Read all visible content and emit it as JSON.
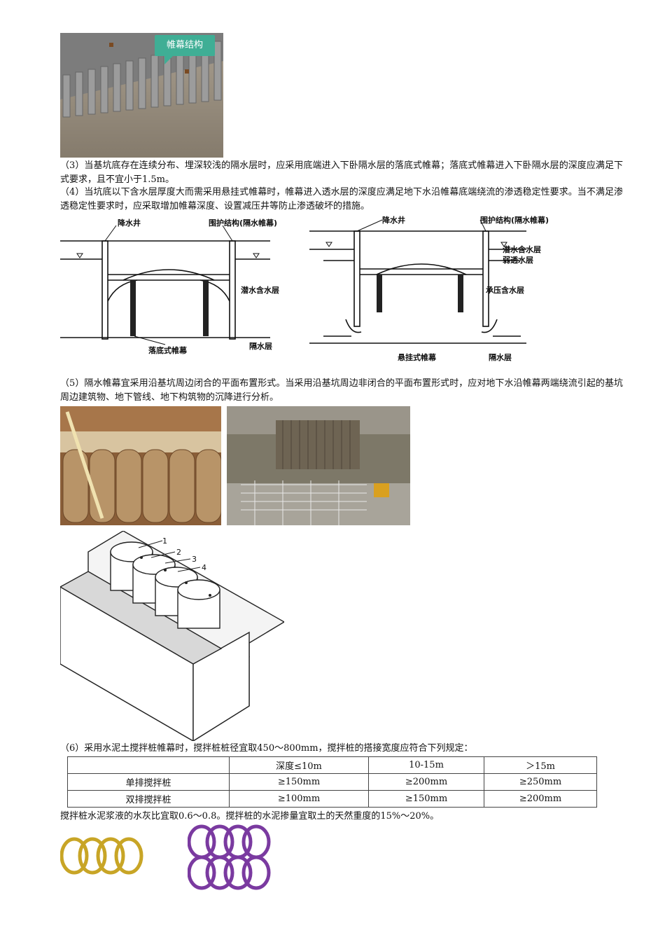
{
  "photo1": {
    "callout": "帷幕结构"
  },
  "paragraphs": {
    "p3": "（3）当基坑底存在连续分布、埋深较浅的隔水层时，应采用底端进入下卧隔水层的落底式帷幕；落底式帷幕进入下卧隔水层的深度应满足下式要求，且不宜小于1.5m。",
    "p4": "（4）当坑底以下含水层厚度大而需采用悬挂式帷幕时，帷幕进入透水层的深度应满足地下水沿帷幕底端绕流的渗透稳定性要求。当不满足渗透稳定性要求时，应采取增加帷幕深度、设置减压井等防止渗透破坏的措施。",
    "p5": "（5）隔水帷幕宜采用沿基坑周边闭合的平面布置形式。当采用沿基坑周边非闭合的平面布置形式时，应对地下水沿帷幕两端绕流引起的基坑周边建筑物、地下管线、地下构筑物的沉降进行分析。",
    "p6": "（6）采用水泥土搅拌桩帷幕时，搅拌桩桩径宜取450～800mm，搅拌桩的搭接宽度应符合下列规定：",
    "p7": "搅拌桩水泥浆液的水灰比宜取0.6～0.8。搅拌桩的水泥掺量宜取土的天然重度的15%～20%。"
  },
  "diagram_left": {
    "well": "降水井",
    "retaining": "围护结构(隔水帷幕)",
    "aquifer": "潜水含水层",
    "aquitard": "隔水层",
    "curtain": "落底式帷幕"
  },
  "diagram_right": {
    "well": "降水井",
    "retaining": "围护结构(隔水帷幕)",
    "phreatic": "潜水含水层",
    "weak": "弱透水层",
    "confined": "承压含水层",
    "aquitard": "隔水层",
    "curtain": "悬挂式帷幕"
  },
  "diagram_pile": {
    "labels": [
      "1",
      "2",
      "3",
      "4"
    ]
  },
  "table": {
    "header": [
      "",
      "深度≤10m",
      "10-15m",
      "＞15m"
    ],
    "rows": [
      [
        "单排搅拌桩",
        "≥150mm",
        "≥200mm",
        "≥250mm"
      ],
      [
        "双排搅拌桩",
        "≥100mm",
        "≥150mm",
        "≥200mm"
      ]
    ]
  },
  "colors": {
    "single_ring": "#c8a526",
    "double_ring": "#7a3aa0",
    "callout": "#3fae95"
  }
}
